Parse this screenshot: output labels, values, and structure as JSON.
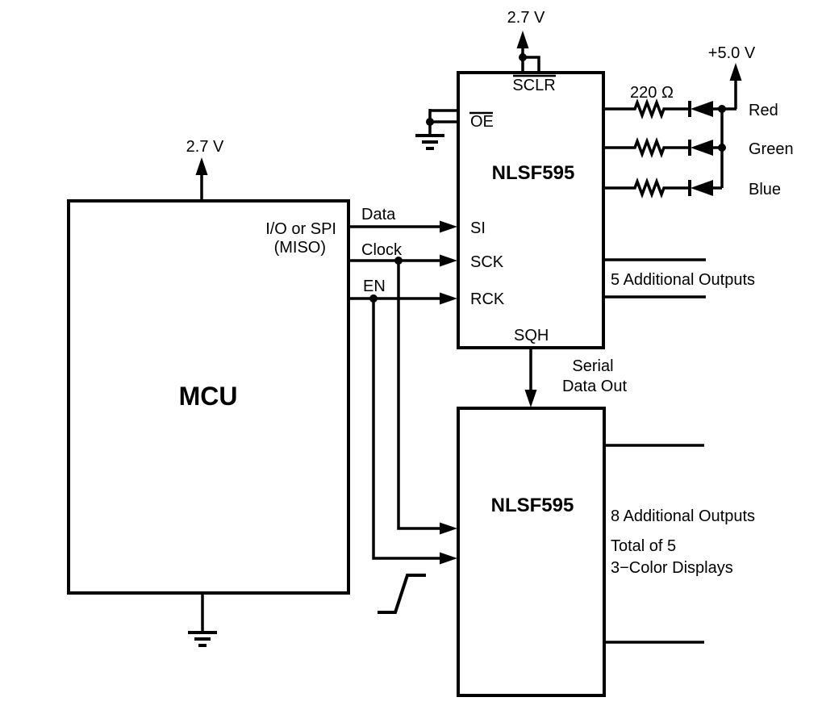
{
  "colors": {
    "ink": "#000000",
    "background": "#ffffff"
  },
  "mcu": {
    "title": "MCU",
    "supply": "2.7 V",
    "port_label_line1": "I/O or SPI",
    "port_label_line2": "(MISO)"
  },
  "signals": {
    "data": "Data",
    "clock": "Clock",
    "enable": "EN"
  },
  "shift_register_1": {
    "title": "NLSF595",
    "supply": "2.7 V",
    "pins": {
      "sclr": "SCLR",
      "oe": "OE",
      "si": "SI",
      "sck": "SCK",
      "rck": "RCK",
      "sqh": "SQH"
    },
    "outputs_note": "5 Additional Outputs"
  },
  "serial_data_out": {
    "line1": "Serial",
    "line2": "Data Out"
  },
  "shift_register_2": {
    "title": "NLSF595",
    "outputs_note": "8 Additional Outputs",
    "summary_line1": "Total of 5",
    "summary_line2": "3−Color Displays"
  },
  "leds": {
    "supply": "+5.0 V",
    "resistor": "220 Ω",
    "channels": [
      "Red",
      "Green",
      "Blue"
    ]
  }
}
